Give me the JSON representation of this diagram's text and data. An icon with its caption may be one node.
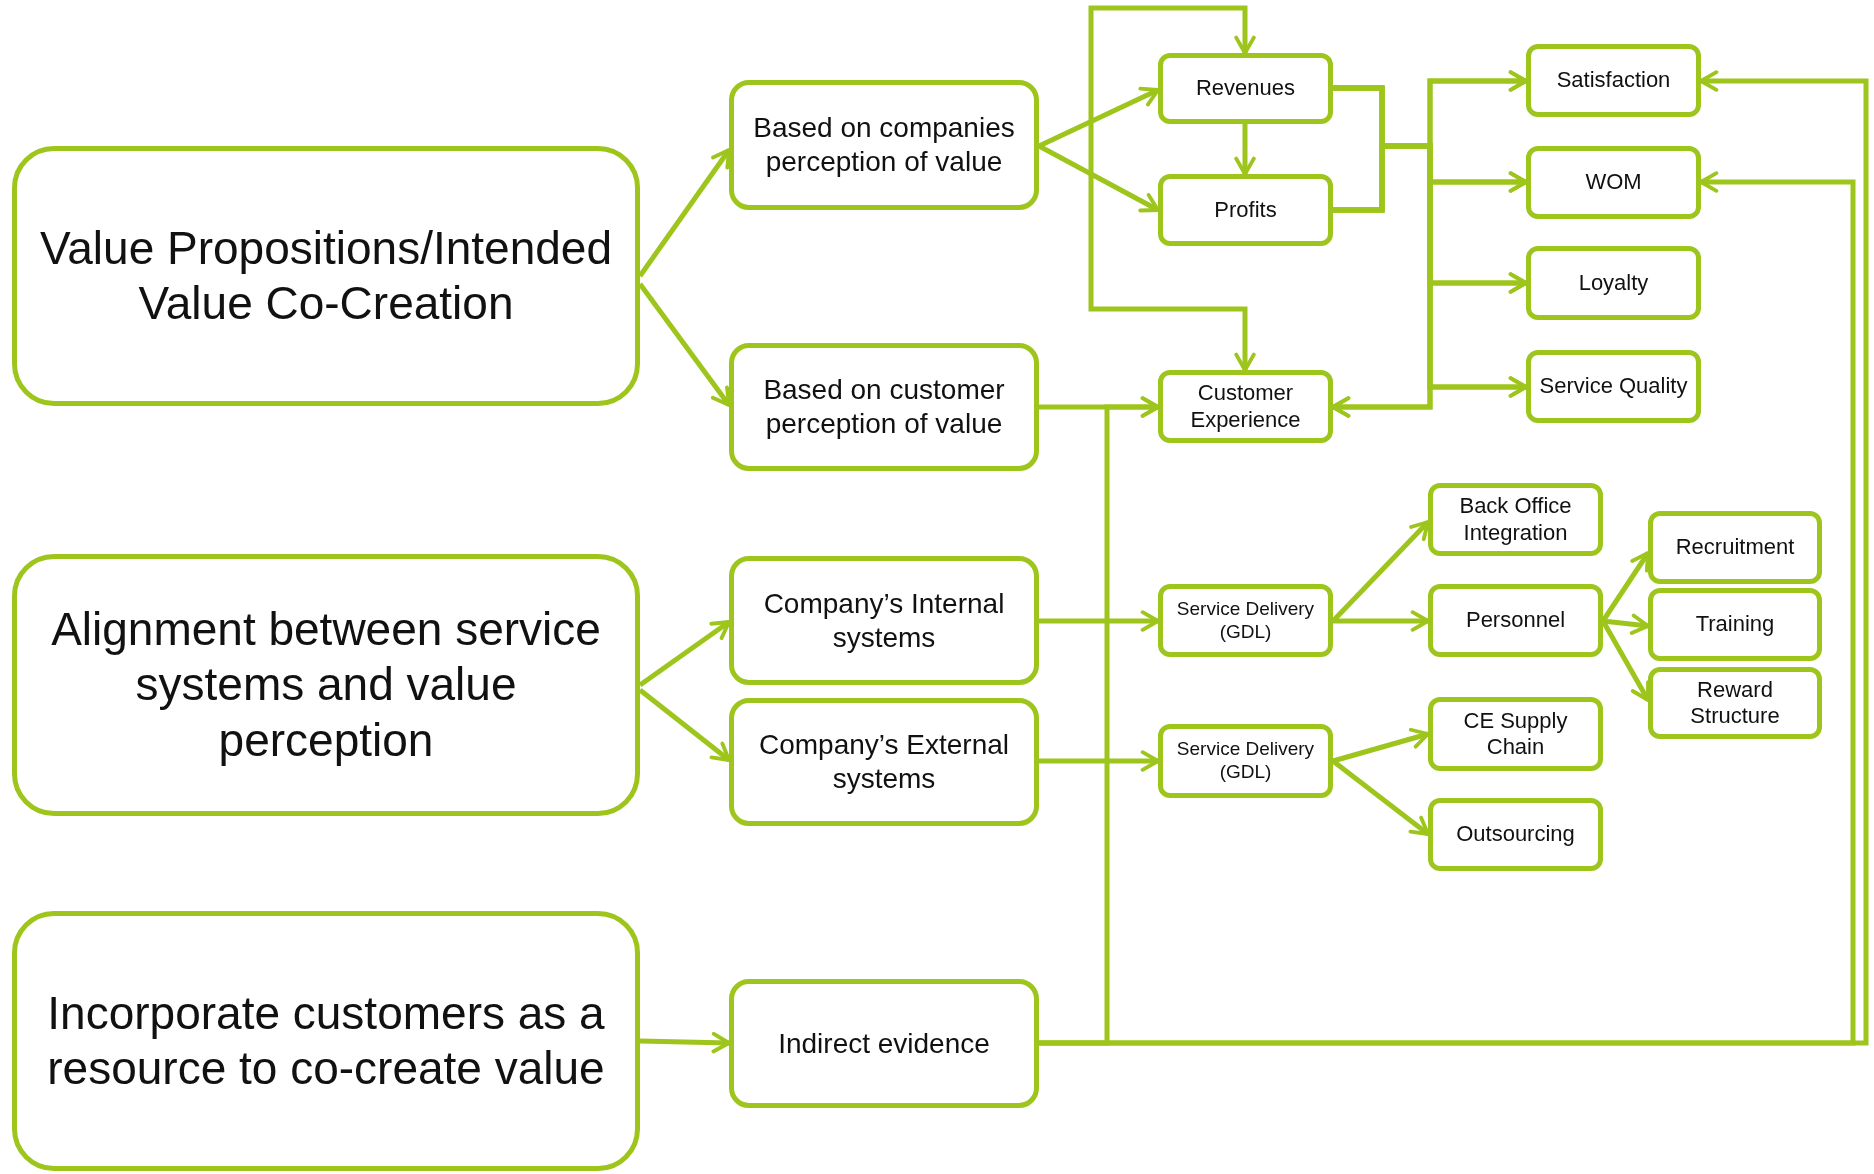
{
  "diagram": {
    "nodes": [
      {
        "text": [
          "Value Propositions/Intended Value Co-Creation"
        ]
      },
      {
        "text": [
          "Based on companies perception of value"
        ]
      },
      {
        "text": [
          "Based on customer perception of value"
        ]
      },
      {
        "text": [
          "Revenues"
        ]
      },
      {
        "text": [
          "Profits"
        ]
      },
      {
        "text": [
          "Customer Experience"
        ]
      },
      {
        "text": [
          "Satisfaction"
        ]
      },
      {
        "text": [
          "WOM"
        ]
      },
      {
        "text": [
          "Loyalty"
        ]
      },
      {
        "text": [
          "Service Quality"
        ]
      },
      {
        "text": [
          "Alignment between service systems and value perception"
        ]
      },
      {
        "text": [
          "Company’s Internal systems"
        ]
      },
      {
        "text": [
          "Company’s External systems"
        ]
      },
      {
        "text": [
          "Service Delivery (GDL)"
        ]
      },
      {
        "text": [
          "Service Delivery (GDL)"
        ]
      },
      {
        "text": [
          "Back Office Integration"
        ]
      },
      {
        "text": [
          "Personnel"
        ]
      },
      {
        "text": [
          "Recruitment"
        ]
      },
      {
        "text": [
          "Training"
        ]
      },
      {
        "text": [
          "Reward Structure"
        ]
      },
      {
        "text": [
          "CE Supply Chain"
        ]
      },
      {
        "text": [
          "Outsourcing"
        ]
      },
      {
        "text": [
          "Incorporate customers as a resource to co-create value"
        ]
      },
      {
        "text": [
          "Indirect evidence"
        ]
      }
    ],
    "edges": [
      {
        "from": 0,
        "to": 1,
        "arrow": "to"
      },
      {
        "from": 0,
        "to": 2,
        "arrow": "to"
      },
      {
        "from": 1,
        "to": 3,
        "arrow": "to"
      },
      {
        "from": 1,
        "to": 4,
        "arrow": "to"
      },
      {
        "from": 3,
        "to": 4,
        "arrow": "to"
      },
      {
        "from": 3,
        "to": 5,
        "arrow": "both"
      },
      {
        "from": 2,
        "to": 5,
        "arrow": "to"
      },
      {
        "from": 3,
        "to": 6,
        "arrow": "to"
      },
      {
        "from": 3,
        "to": 7,
        "arrow": "to"
      },
      {
        "from": 3,
        "to": 8,
        "arrow": "to"
      },
      {
        "from": 3,
        "to": 9,
        "arrow": "to"
      },
      {
        "from": 3,
        "to": 5,
        "arrow": "to"
      },
      {
        "from": 4,
        "to": 6,
        "arrow": "to"
      },
      {
        "from": 4,
        "to": 7,
        "arrow": "to"
      },
      {
        "from": 4,
        "to": 8,
        "arrow": "to"
      },
      {
        "from": 4,
        "to": 9,
        "arrow": "to"
      },
      {
        "from": 4,
        "to": 5,
        "arrow": "to"
      },
      {
        "from": 10,
        "to": 11,
        "arrow": "to"
      },
      {
        "from": 10,
        "to": 12,
        "arrow": "to"
      },
      {
        "from": 11,
        "to": 13,
        "arrow": "to"
      },
      {
        "from": 12,
        "to": 14,
        "arrow": "to"
      },
      {
        "from": 13,
        "to": 15,
        "arrow": "to"
      },
      {
        "from": 13,
        "to": 16,
        "arrow": "to"
      },
      {
        "from": 16,
        "to": 17,
        "arrow": "to"
      },
      {
        "from": 16,
        "to": 18,
        "arrow": "to"
      },
      {
        "from": 16,
        "to": 19,
        "arrow": "to"
      },
      {
        "from": 14,
        "to": 20,
        "arrow": "to"
      },
      {
        "from": 14,
        "to": 21,
        "arrow": "to"
      },
      {
        "from": 22,
        "to": 23,
        "arrow": "to"
      },
      {
        "from": 23,
        "to": 5,
        "arrow": "to"
      },
      {
        "from": 23,
        "to": 6,
        "arrow": "to"
      },
      {
        "from": 23,
        "to": 7,
        "arrow": "to"
      }
    ]
  }
}
